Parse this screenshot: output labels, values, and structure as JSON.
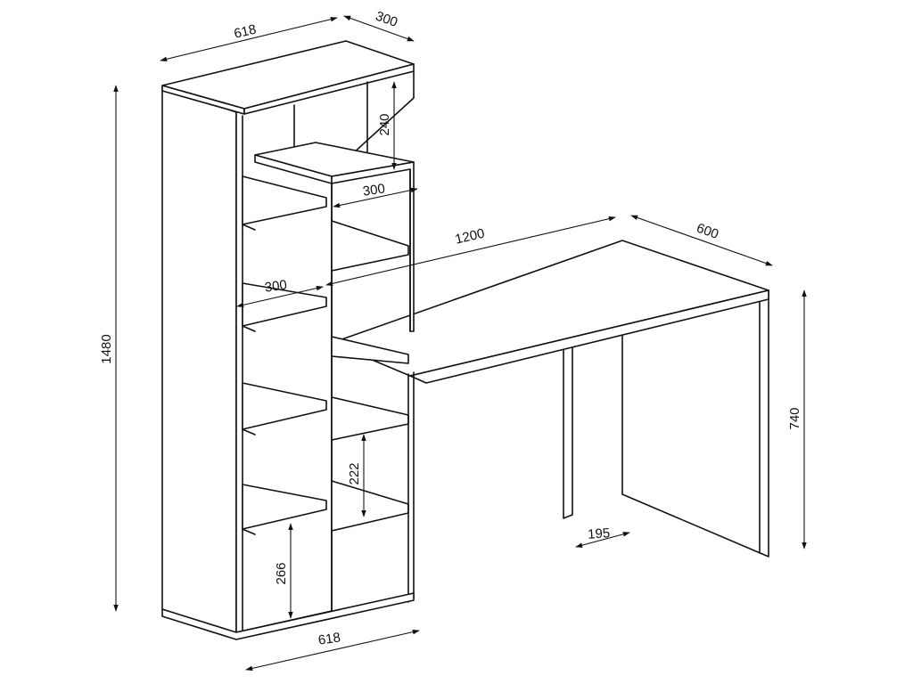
{
  "dimensions": {
    "top_width": "618",
    "top_depth": "300",
    "upper_gap": "240",
    "inner_width": "300",
    "desk_width": "1200",
    "desk_depth": "600",
    "shelf_width": "300",
    "total_height": "1480",
    "desk_height": "740",
    "lower_gap": "222",
    "bottom_gap": "266",
    "leg_depth": "195",
    "bottom_width": "618"
  }
}
